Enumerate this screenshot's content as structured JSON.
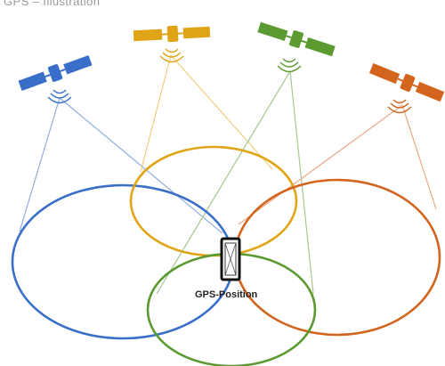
{
  "title": "GPS – Illustration",
  "label": "GPS-Position",
  "colors": {
    "blue": "#3a6fc9",
    "yellow": "#e0a516",
    "green": "#5b9a30",
    "orange": "#d2641e"
  },
  "satellites": [
    {
      "name": "satellite-blue",
      "color": "blue",
      "icon": "satellite-icon"
    },
    {
      "name": "satellite-yellow",
      "color": "yellow",
      "icon": "satellite-icon"
    },
    {
      "name": "satellite-green",
      "color": "green",
      "icon": "satellite-icon"
    },
    {
      "name": "satellite-orange",
      "color": "orange",
      "icon": "satellite-icon"
    }
  ],
  "receiver_icon": "gps-receiver-icon"
}
